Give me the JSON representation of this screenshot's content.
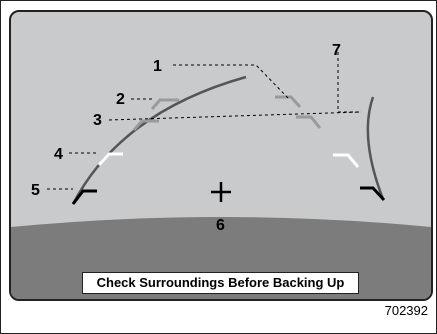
{
  "screen": {
    "warning_text": "Check Surroundings Before Backing Up",
    "callouts": {
      "c1": "1",
      "c2": "2",
      "c3": "3",
      "c4": "4",
      "c5": "5",
      "c6": "6",
      "c7": "7"
    }
  },
  "figure_id": "702392",
  "colors": {
    "screen_background": "#c9cacb",
    "ground": "#7c7c7c",
    "guide_gray": "#9a9a9a",
    "guide_white": "#ffffff",
    "guide_black": "#000000"
  }
}
